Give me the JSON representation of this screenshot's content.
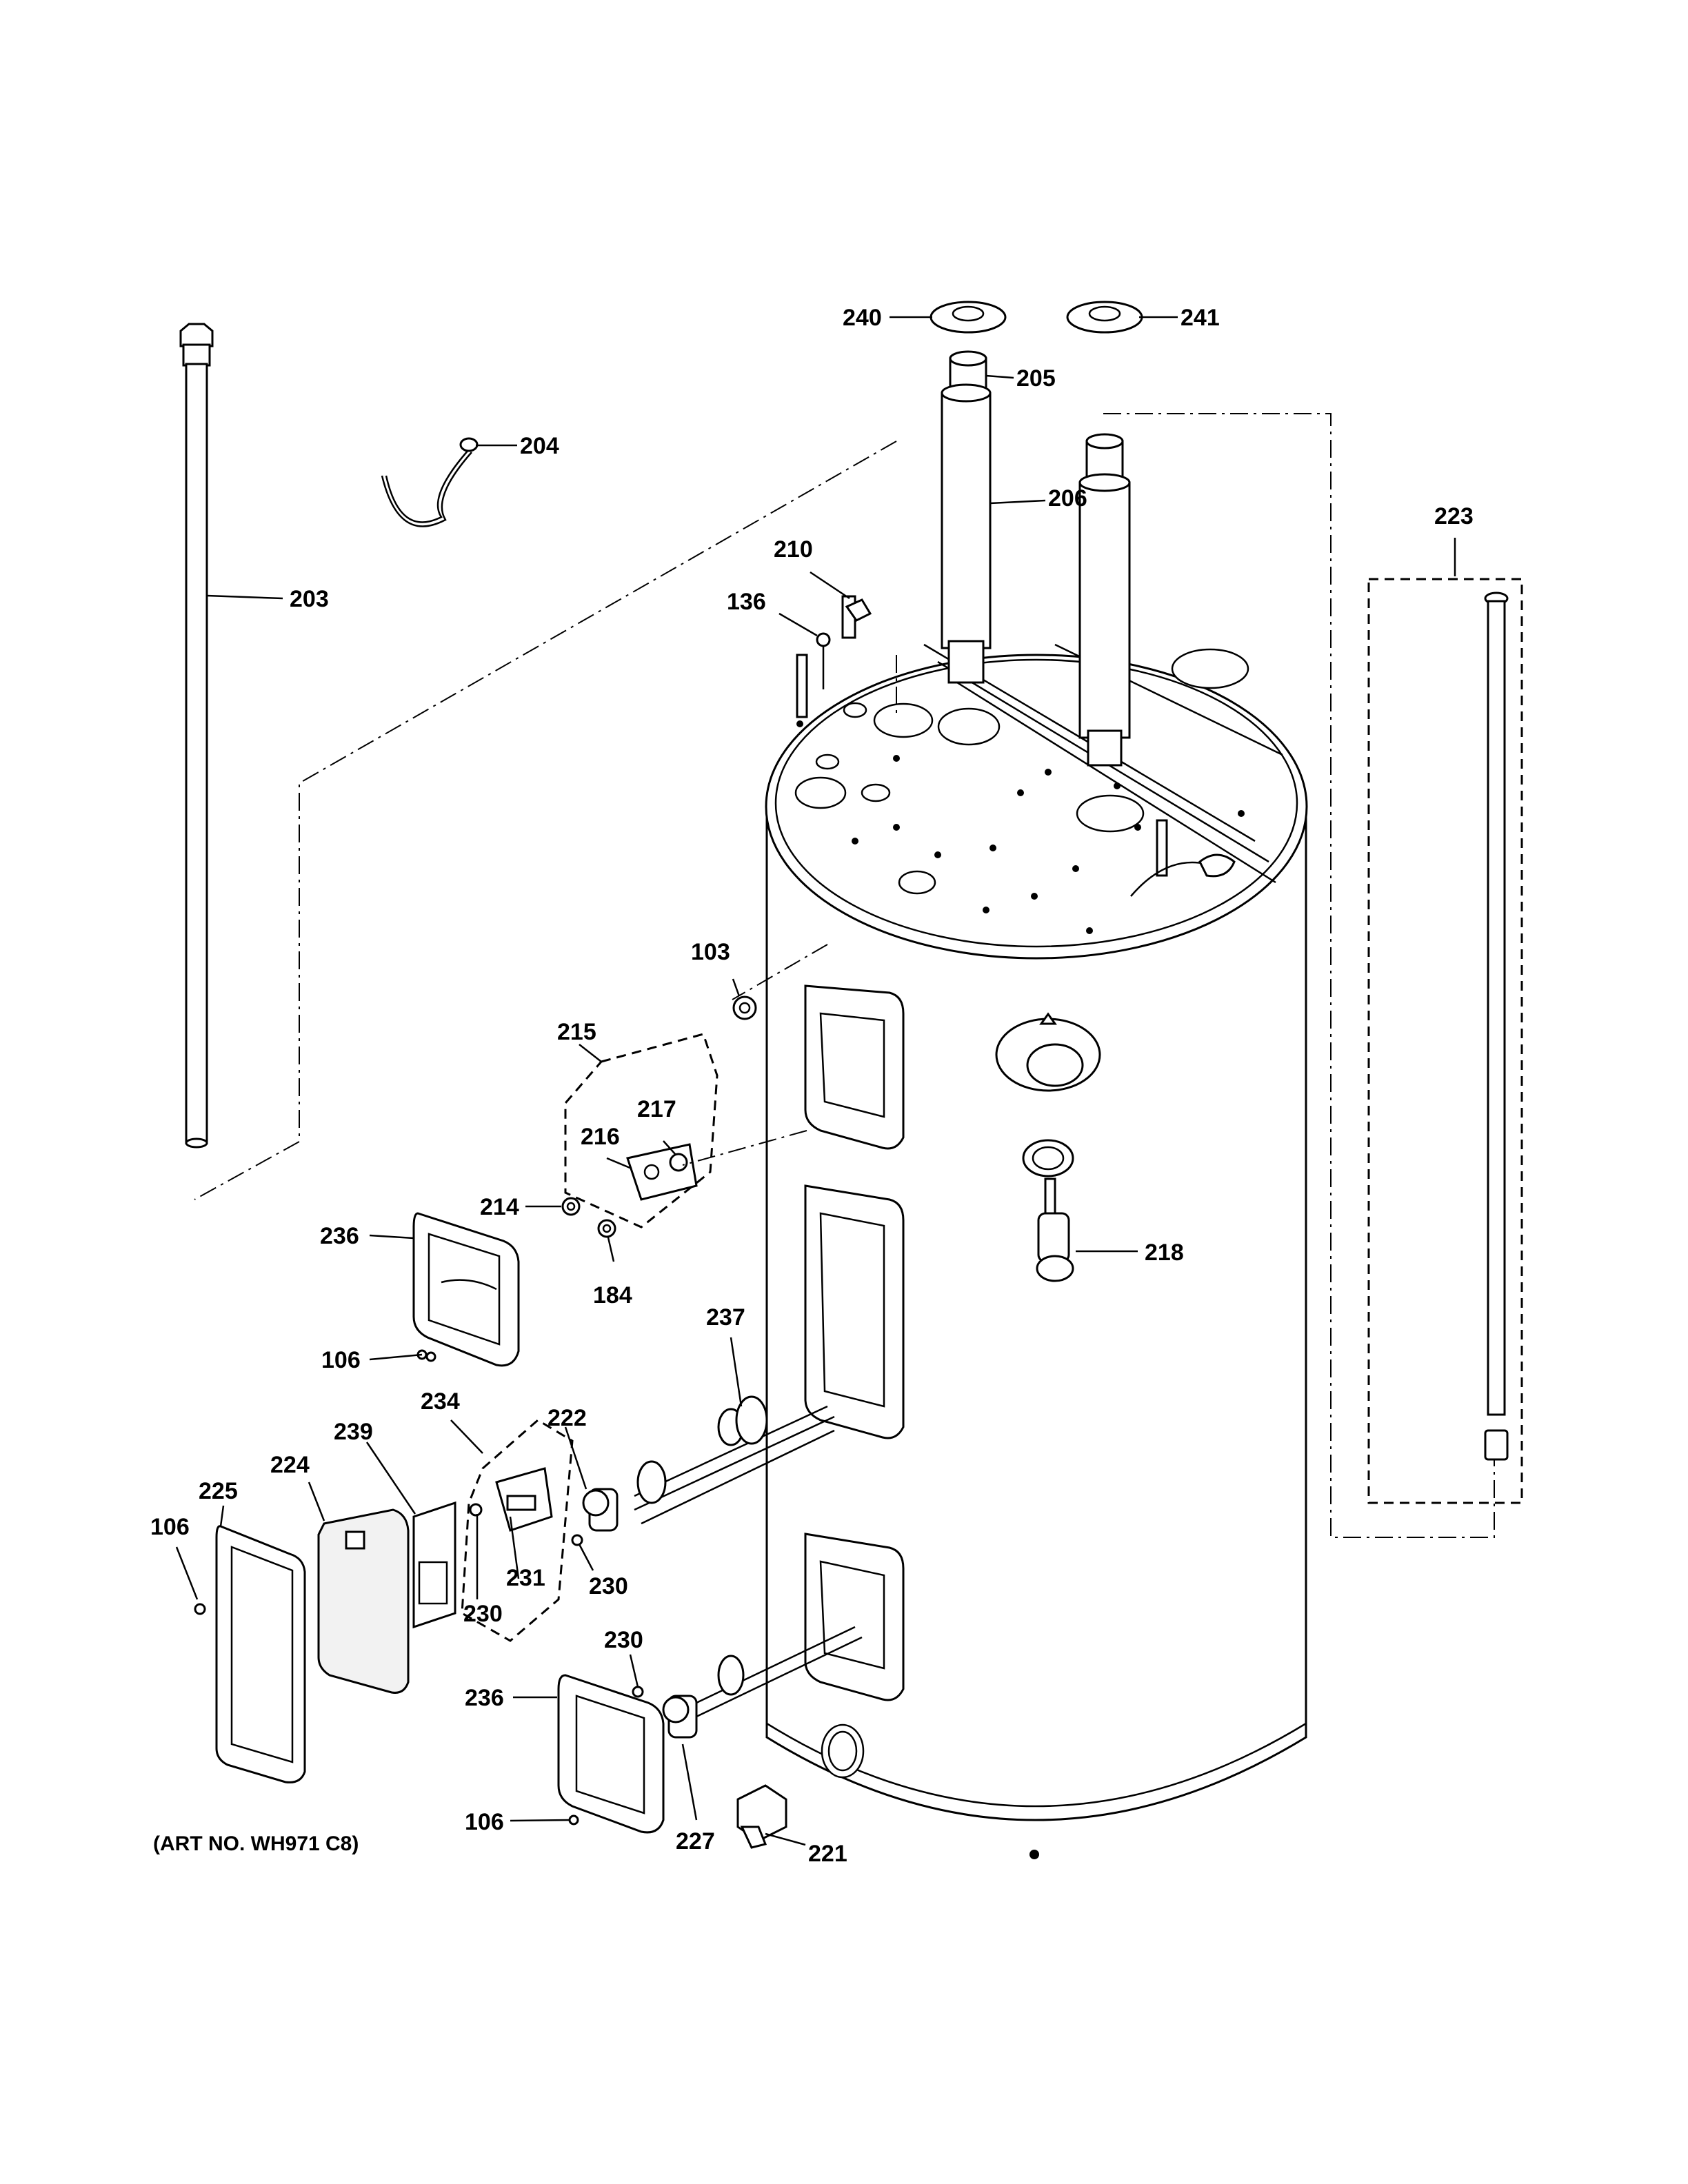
{
  "diagram": {
    "type": "exploded-parts-diagram",
    "art_number": "(ART NO. WH971 C8)",
    "callouts": [
      {
        "id": "c240",
        "label": "240"
      },
      {
        "id": "c241",
        "label": "241"
      },
      {
        "id": "c205",
        "label": "205"
      },
      {
        "id": "c206",
        "label": "206"
      },
      {
        "id": "c204",
        "label": "204"
      },
      {
        "id": "c203",
        "label": "203"
      },
      {
        "id": "c210",
        "label": "210"
      },
      {
        "id": "c136",
        "label": "136"
      },
      {
        "id": "c223",
        "label": "223"
      },
      {
        "id": "c103",
        "label": "103"
      },
      {
        "id": "c215",
        "label": "215"
      },
      {
        "id": "c217",
        "label": "217"
      },
      {
        "id": "c216",
        "label": "216"
      },
      {
        "id": "c214",
        "label": "214"
      },
      {
        "id": "c184",
        "label": "184"
      },
      {
        "id": "c236a",
        "label": "236"
      },
      {
        "id": "c106a",
        "label": "106"
      },
      {
        "id": "c218",
        "label": "218"
      },
      {
        "id": "c237",
        "label": "237"
      },
      {
        "id": "c234",
        "label": "234"
      },
      {
        "id": "c222",
        "label": "222"
      },
      {
        "id": "c239",
        "label": "239"
      },
      {
        "id": "c224",
        "label": "224"
      },
      {
        "id": "c225",
        "label": "225"
      },
      {
        "id": "c106b",
        "label": "106"
      },
      {
        "id": "c231",
        "label": "231"
      },
      {
        "id": "c230a",
        "label": "230"
      },
      {
        "id": "c230b",
        "label": "230"
      },
      {
        "id": "c230c",
        "label": "230"
      },
      {
        "id": "c236b",
        "label": "236"
      },
      {
        "id": "c106c",
        "label": "106"
      },
      {
        "id": "c227",
        "label": "227"
      },
      {
        "id": "c221",
        "label": "221"
      }
    ]
  }
}
